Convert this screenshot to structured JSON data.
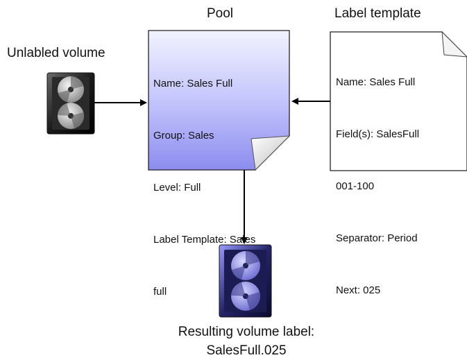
{
  "diagram": {
    "unlabeled_title": "Unlabled volume",
    "pool": {
      "title": "Pool",
      "lines": [
        "Name: Sales Full",
        "Group: Sales",
        "Level: Full",
        "Label Template: Sales",
        "full"
      ]
    },
    "label_template": {
      "title": "Label template",
      "lines": [
        "Name: Sales Full",
        "Field(s): SalesFull",
        "001-100",
        "Separator: Period",
        "Next: 025"
      ]
    },
    "result": {
      "line1": "Resulting volume label:",
      "line2": "SalesFull.025"
    },
    "icons": {
      "unlabeled_volume": "tape-cartridge-icon",
      "labeled_volume": "tape-cartridge-icon"
    },
    "colors": {
      "pool_fill_top": "#eef0ff",
      "pool_fill_bottom": "#8f8ff0",
      "unlabeled_tape": "#3a3a3a",
      "labeled_tape": "#4a4ab0",
      "arrow": "#000000"
    }
  }
}
